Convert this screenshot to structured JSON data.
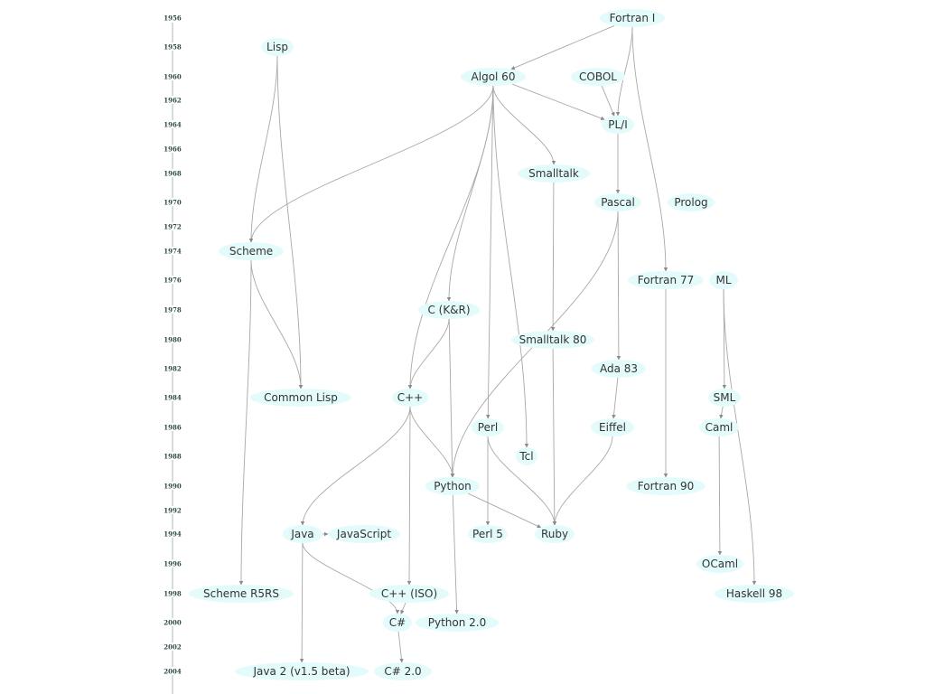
{
  "timeline": {
    "years": [
      "1956",
      "1958",
      "1960",
      "1962",
      "1964",
      "1966",
      "1968",
      "1970",
      "1972",
      "1974",
      "1976",
      "1978",
      "1980",
      "1982",
      "1984",
      "1986",
      "1988",
      "1990",
      "1992",
      "1994",
      "1996",
      "1998",
      "2000",
      "2002",
      "2004"
    ]
  },
  "languages": [
    {
      "id": "fortran1",
      "label": "Fortran I"
    },
    {
      "id": "lisp",
      "label": "Lisp"
    },
    {
      "id": "algol60",
      "label": "Algol 60"
    },
    {
      "id": "cobol",
      "label": "COBOL"
    },
    {
      "id": "pli",
      "label": "PL/I"
    },
    {
      "id": "smalltalk",
      "label": "Smalltalk"
    },
    {
      "id": "pascal",
      "label": "Pascal"
    },
    {
      "id": "prolog",
      "label": "Prolog"
    },
    {
      "id": "scheme",
      "label": "Scheme"
    },
    {
      "id": "fortran77",
      "label": "Fortran 77"
    },
    {
      "id": "ml",
      "label": "ML"
    },
    {
      "id": "ckr",
      "label": "C (K&R)"
    },
    {
      "id": "smalltalk80",
      "label": "Smalltalk 80"
    },
    {
      "id": "ada83",
      "label": "Ada 83"
    },
    {
      "id": "commonlisp",
      "label": "Common Lisp"
    },
    {
      "id": "cpp",
      "label": "C++"
    },
    {
      "id": "sml",
      "label": "SML"
    },
    {
      "id": "perl",
      "label": "Perl"
    },
    {
      "id": "eiffel",
      "label": "Eiffel"
    },
    {
      "id": "caml",
      "label": "Caml"
    },
    {
      "id": "tcl",
      "label": "Tcl"
    },
    {
      "id": "python",
      "label": "Python"
    },
    {
      "id": "fortran90",
      "label": "Fortran 90"
    },
    {
      "id": "java",
      "label": "Java"
    },
    {
      "id": "javascript",
      "label": "JavaScript"
    },
    {
      "id": "perl5",
      "label": "Perl 5"
    },
    {
      "id": "ruby",
      "label": "Ruby"
    },
    {
      "id": "ocaml",
      "label": "OCaml"
    },
    {
      "id": "schemer5rs",
      "label": "Scheme R5RS"
    },
    {
      "id": "cppiso",
      "label": "C++ (ISO)"
    },
    {
      "id": "haskell98",
      "label": "Haskell 98"
    },
    {
      "id": "csharp",
      "label": "C#"
    },
    {
      "id": "python20",
      "label": "Python 2.0"
    },
    {
      "id": "java2",
      "label": "Java 2 (v1.5 beta)"
    },
    {
      "id": "csharp20",
      "label": "C# 2.0"
    }
  ],
  "influences": [
    [
      "fortran1",
      "algol60"
    ],
    [
      "fortran1",
      "pli"
    ],
    [
      "fortran1",
      "fortran77"
    ],
    [
      "algol60",
      "pli"
    ],
    [
      "cobol",
      "pli"
    ],
    [
      "algol60",
      "smalltalk"
    ],
    [
      "algol60",
      "scheme"
    ],
    [
      "algol60",
      "cpp"
    ],
    [
      "algol60",
      "ckr"
    ],
    [
      "algol60",
      "perl"
    ],
    [
      "algol60",
      "tcl"
    ],
    [
      "pli",
      "pascal"
    ],
    [
      "lisp",
      "scheme"
    ],
    [
      "lisp",
      "commonlisp"
    ],
    [
      "scheme",
      "commonlisp"
    ],
    [
      "scheme",
      "schemer5rs"
    ],
    [
      "smalltalk",
      "smalltalk80"
    ],
    [
      "pascal",
      "ada83"
    ],
    [
      "pascal",
      "python"
    ],
    [
      "ada83",
      "eiffel"
    ],
    [
      "ckr",
      "cpp"
    ],
    [
      "ckr",
      "python"
    ],
    [
      "cpp",
      "python"
    ],
    [
      "cpp",
      "java"
    ],
    [
      "cpp",
      "cppiso"
    ],
    [
      "java",
      "javascript"
    ],
    [
      "java",
      "csharp"
    ],
    [
      "java",
      "java2"
    ],
    [
      "cppiso",
      "csharp"
    ],
    [
      "csharp",
      "csharp20"
    ],
    [
      "perl",
      "perl5"
    ],
    [
      "perl",
      "ruby"
    ],
    [
      "python",
      "ruby"
    ],
    [
      "python",
      "python20"
    ],
    [
      "smalltalk80",
      "ruby"
    ],
    [
      "eiffel",
      "ruby"
    ],
    [
      "ml",
      "sml"
    ],
    [
      "ml",
      "haskell98"
    ],
    [
      "sml",
      "caml"
    ],
    [
      "caml",
      "ocaml"
    ],
    [
      "fortran77",
      "fortran90"
    ]
  ]
}
